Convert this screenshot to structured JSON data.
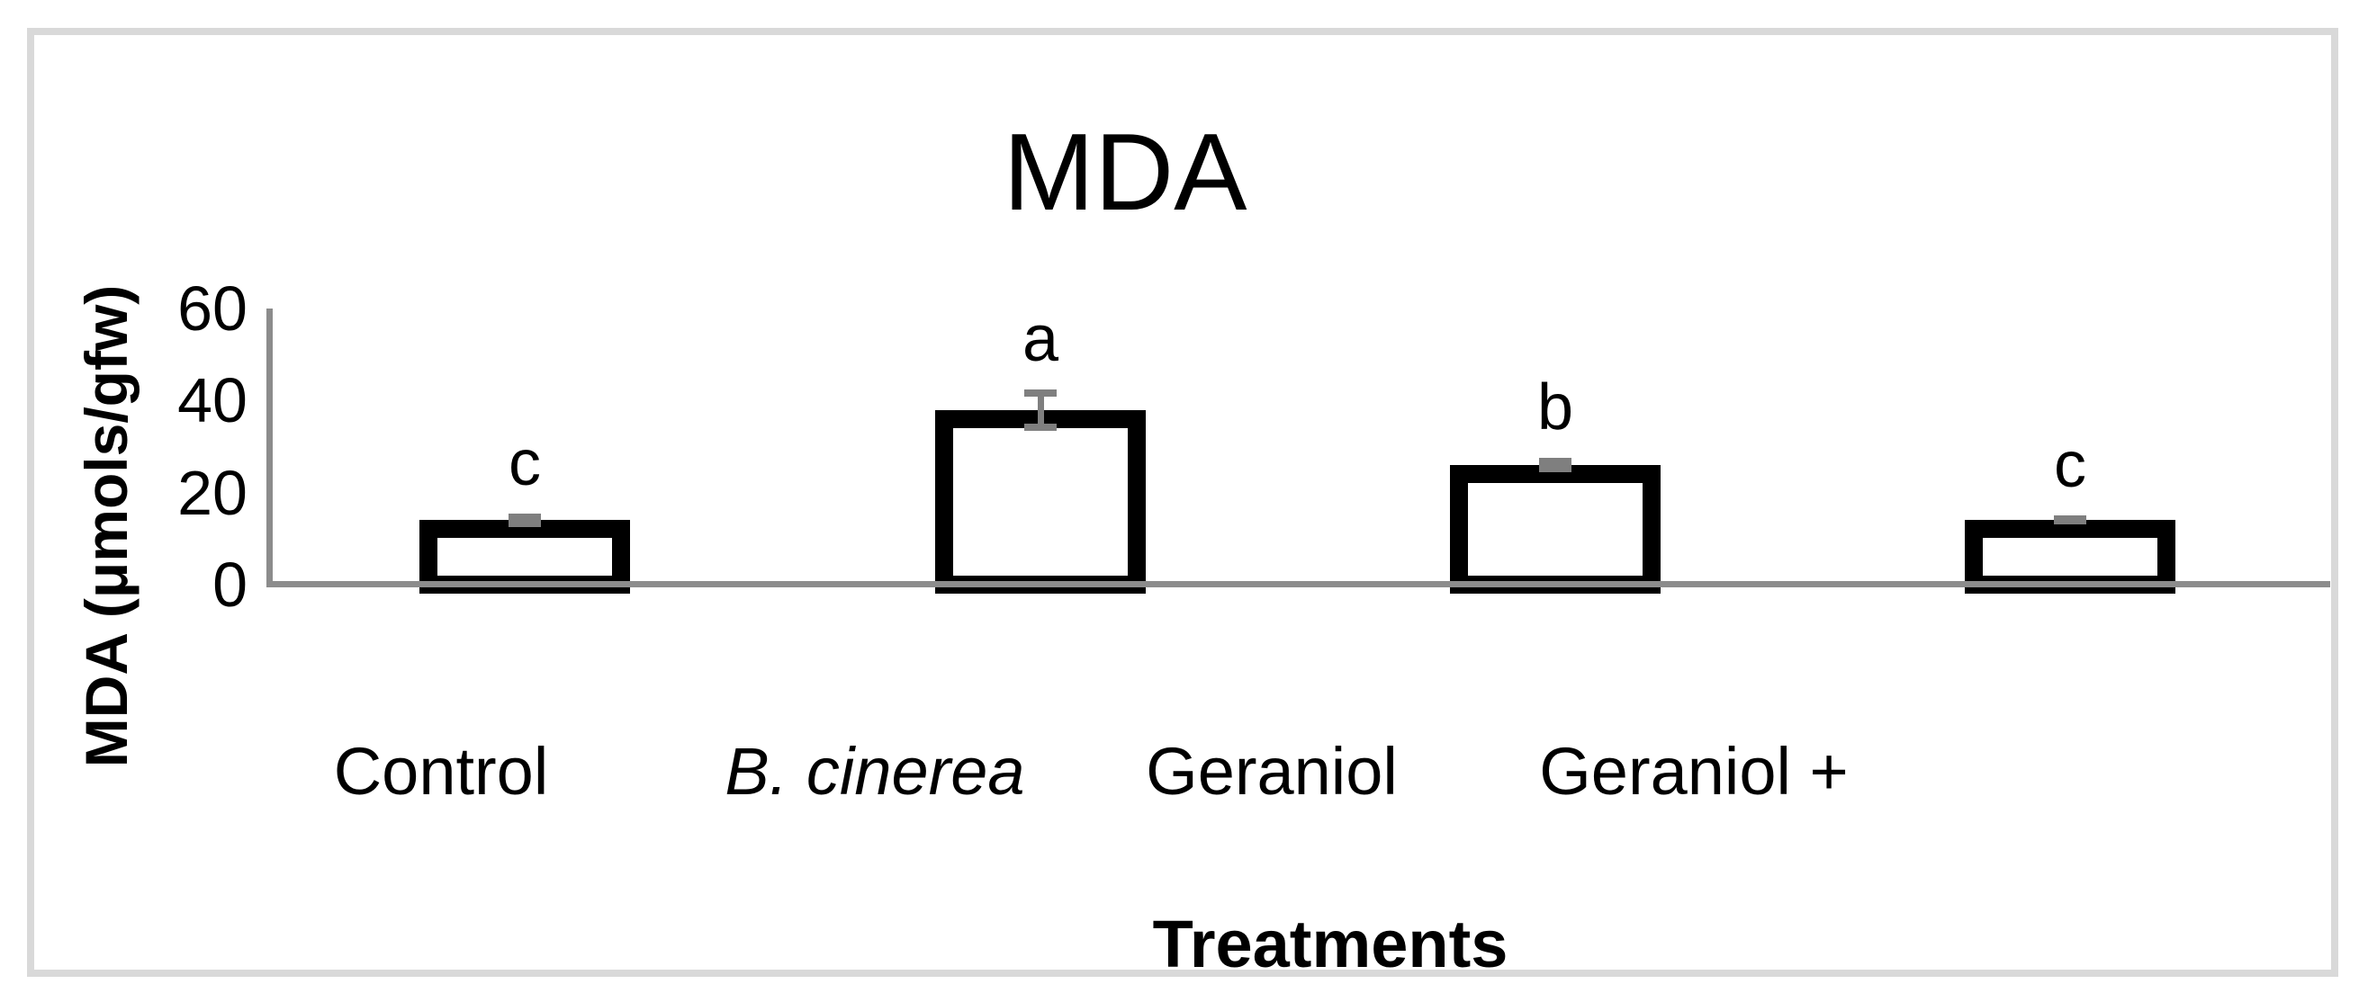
{
  "chart_data": {
    "type": "bar",
    "title": "MDA",
    "xlabel": "Treatments",
    "ylabel": "MDA (μmols/gfw)",
    "categories": [
      "Control",
      "B. cinerea",
      "Geraniol",
      "Geraniol +"
    ],
    "values": [
      14,
      38,
      26,
      14
    ],
    "error_bars": [
      1.5,
      4.5,
      1.5,
      1
    ],
    "significance_letters": [
      "c",
      "a",
      "b",
      "c"
    ],
    "yticks": [
      0,
      20,
      40,
      60
    ],
    "ylim": [
      0,
      60
    ],
    "grid": false,
    "legend_position": "none",
    "italic_category_index": 1,
    "colors": {
      "bar_fill": "#ffffff",
      "bar_border": "#000000",
      "error_bar": "#7f7f7f",
      "axis_line": "#8c8c8c",
      "frame_border": "#d9d9d9",
      "text": "#000000"
    }
  }
}
